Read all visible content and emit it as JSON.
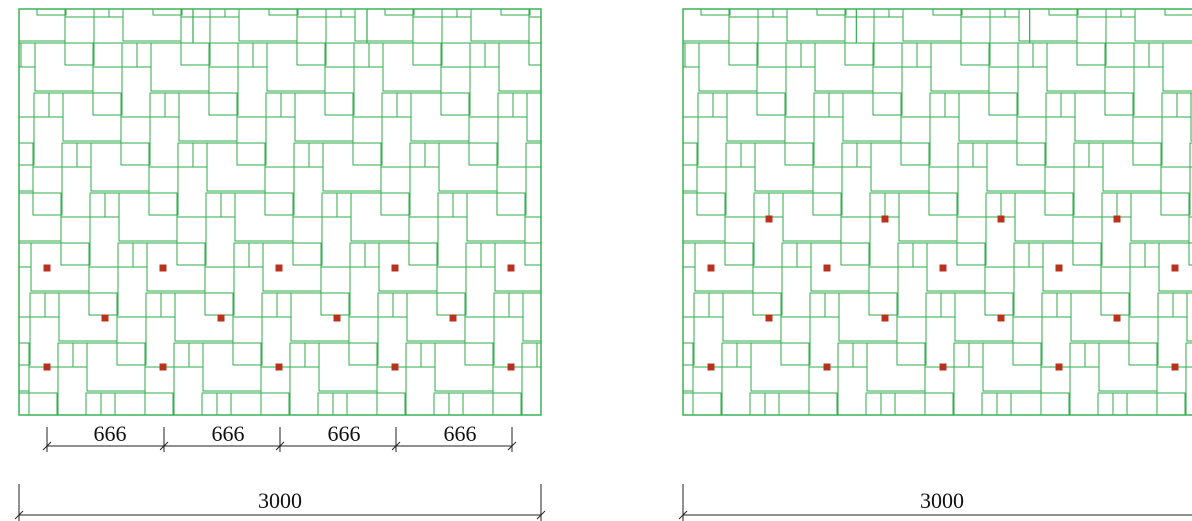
{
  "colors": {
    "tile_line": "#2fae4a",
    "anchor": "#b8321e",
    "dimension": "#222222",
    "background": "#ffffff"
  },
  "panels": [
    {
      "id": "left",
      "anchors": "staggered",
      "overall_dimension": "3000",
      "spacing_dimensions": [
        "666",
        "666",
        "666",
        "666"
      ]
    },
    {
      "id": "right",
      "anchors": "grid",
      "overall_dimension": "3000",
      "spacing_dimensions": []
    }
  ]
}
